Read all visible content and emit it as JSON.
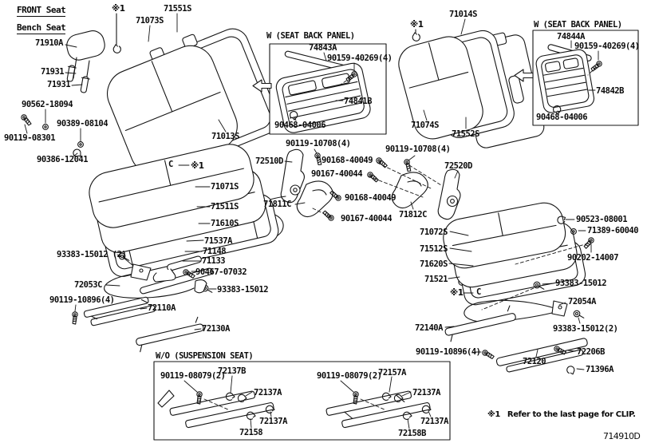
{
  "header": {
    "front_seat": "FRONT Seat",
    "bench_seat": "Bench Seat"
  },
  "boxes": {
    "left_panel_title": "W (SEAT BACK PANEL)",
    "right_panel_title": "W (SEAT BACK PANEL)",
    "suspension_title": "W/O (SUSPENSION SEAT)"
  },
  "ref_mark": "※1",
  "clip_c": "C",
  "note": {
    "marker": "※1",
    "text": "Refer to the last page for CLIP."
  },
  "footer": {
    "page_code": "714910D"
  },
  "labels": {
    "p71910A": "71910A",
    "p71931_a": "71931",
    "p71931_b": "71931",
    "p90562_18094": "90562-18094",
    "p90389_08104": "90389-08104",
    "p90119_08301": "90119-08301",
    "p90386_12041": "90386-12041",
    "p71013S": "71013S",
    "p71073S": "71073S",
    "p71551S": "71551S",
    "p74843A": "74843A",
    "p90159_40269_l": "90159-40269(4)",
    "p74841B": "74841B",
    "p90468_04006_l": "90468-04006",
    "p71014S": "71014S",
    "p74844A": "74844A",
    "p90159_40269_r": "90159-40269(4)",
    "p74842B": "74842B",
    "p90468_04006_r": "90468-04006",
    "p71074S": "71074S",
    "p71552S": "71552S",
    "p90119_10708_l": "90119-10708(4)",
    "p72510D": "72510D",
    "p90168_40049_a": "90168-40049",
    "p90167_40044_a": "90167-40044",
    "p71811C": "71811C",
    "p90168_40049_b": "90168-40049",
    "p90167_40044_b": "90167-40044",
    "p90119_10708_r": "90119-10708(4)",
    "p72520D": "72520D",
    "p71812C": "71812C",
    "p71071S": "71071S",
    "p71511S": "71511S",
    "p71610S": "71610S",
    "p71537A": "71537A",
    "p71148": "71148",
    "p71133": "71133",
    "p90467_07032": "90467-07032",
    "p93383_15012_2_l": "93383-15012 (2)",
    "p72053C": "72053C",
    "p93383_15012_m": "93383-15012",
    "p90119_10896_l": "90119-10896(4)",
    "p72110A": "72110A",
    "p72130A": "72130A",
    "p71072S": "71072S",
    "p71512S": "71512S",
    "p71620S": "71620S",
    "p71521": "71521",
    "p90523_08001": "90523-08001",
    "p71389_60040": "71389-60040",
    "p90202_14007": "90202-14007",
    "p93383_15012_r": "93383-15012",
    "p72054A": "72054A",
    "p93383_15012_2_r": "93383-15012(2)",
    "p72140A": "72140A",
    "p90119_10896_r": "90119-10896(4)",
    "p72120": "72120",
    "p72206B": "72206B",
    "p71396A": "71396A",
    "p90119_08079_l": "90119-08079(2)",
    "p72137B": "72137B",
    "p72137A_1": "72137A",
    "p72137A_2": "72137A",
    "p72158": "72158",
    "p90119_08079_r": "90119-08079(2)",
    "p72157A": "72157A",
    "p72137A_3": "72137A",
    "p72137A_4": "72137A",
    "p72158B": "72158B"
  }
}
